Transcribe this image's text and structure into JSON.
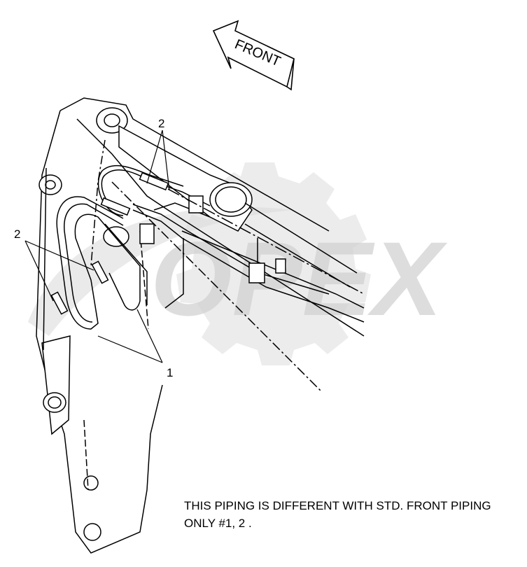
{
  "diagram": {
    "front_label": "FRONT",
    "callouts": {
      "hose_top": "2",
      "hose_left": "2",
      "pipe_loop": "1"
    },
    "watermark": "OPEX",
    "note": {
      "line1": "THIS PIPING IS DIFFERENT WITH STD. FRONT PIPING",
      "line2": "ONLY #1, 2 ."
    },
    "colors": {
      "ink": "#000000",
      "watermark": "#d9d9d9",
      "background": "#ffffff"
    }
  }
}
